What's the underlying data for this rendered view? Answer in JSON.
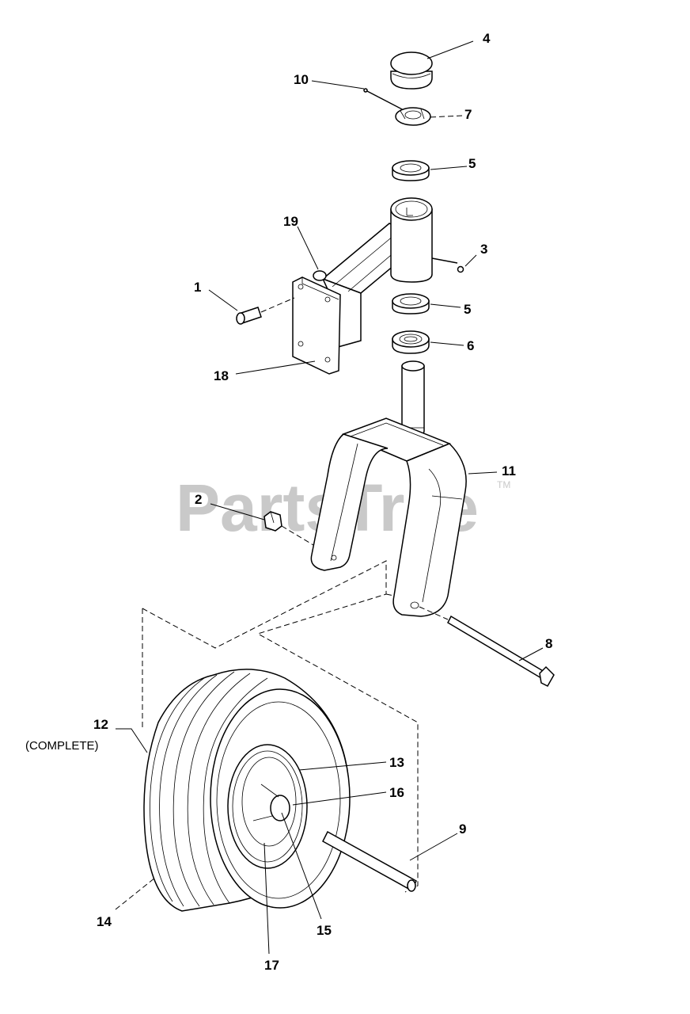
{
  "watermark": {
    "text": "PartsTree",
    "tm": "TM"
  },
  "callouts": [
    {
      "id": "c4",
      "text": "4"
    },
    {
      "id": "c10",
      "text": "10"
    },
    {
      "id": "c7",
      "text": "7"
    },
    {
      "id": "c5a",
      "text": "5"
    },
    {
      "id": "c19",
      "text": "19"
    },
    {
      "id": "c3",
      "text": "3"
    },
    {
      "id": "c1",
      "text": "1"
    },
    {
      "id": "c5b",
      "text": "5"
    },
    {
      "id": "c6",
      "text": "6"
    },
    {
      "id": "c18",
      "text": "18"
    },
    {
      "id": "c11",
      "text": "11"
    },
    {
      "id": "c2",
      "text": "2"
    },
    {
      "id": "c8",
      "text": "8"
    },
    {
      "id": "c12",
      "text": "12"
    },
    {
      "id": "c13",
      "text": "13"
    },
    {
      "id": "c16",
      "text": "16"
    },
    {
      "id": "c9",
      "text": "9"
    },
    {
      "id": "c14",
      "text": "14"
    },
    {
      "id": "c15",
      "text": "15"
    },
    {
      "id": "c17",
      "text": "17"
    }
  ],
  "notes": {
    "complete": "(COMPLETE)"
  }
}
